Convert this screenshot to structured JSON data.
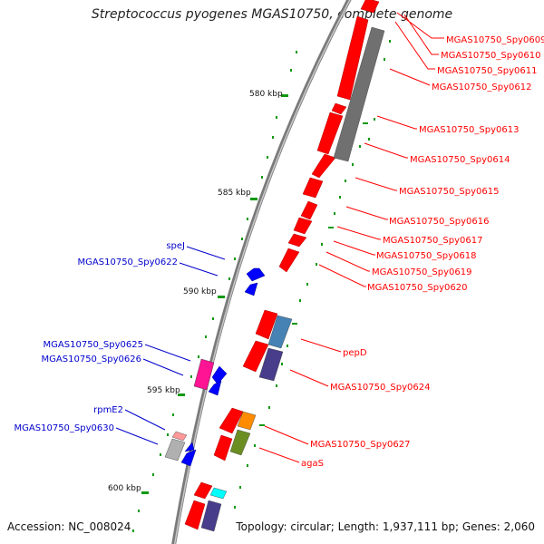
{
  "title": "Streptococcus pyogenes MGAS10750, complete genome",
  "accession": "Accession: NC_008024",
  "summary": "Topology: circular; Length: 1,937,111 bp; Genes: 2,060",
  "colors": {
    "backbone": "#7a7a7a",
    "forward_cds": "#ff0000",
    "reverse_cds": "#0000ff",
    "label_forward": "#ff0000",
    "label_reverse": "#0000cc",
    "tick": "#119911",
    "cog_gray": "#707070",
    "cog_steelblue": "#4682b4",
    "cog_darkslate": "#483d8b",
    "cog_magenta": "#ff1493",
    "cog_silver": "#b0b0b0",
    "cog_orange": "#ff8c00",
    "cog_olive": "#6b8e23",
    "cog_cyan": "#00ffff",
    "cog_pink": "#ff9999"
  },
  "kbp_labels": [
    "580 kbp",
    "585 kbp",
    "590 kbp",
    "595 kbp",
    "600 kbp"
  ],
  "forward_labels": [
    "MGAS10750_Spy0609",
    "MGAS10750_Spy0610",
    "MGAS10750_Spy0611",
    "MGAS10750_Spy0612",
    "MGAS10750_Spy0613",
    "MGAS10750_Spy0614",
    "MGAS10750_Spy0615",
    "MGAS10750_Spy0616",
    "MGAS10750_Spy0617",
    "MGAS10750_Spy0618",
    "MGAS10750_Spy0619",
    "MGAS10750_Spy0620",
    "pepD",
    "MGAS10750_Spy0624",
    "MGAS10750_Spy0627",
    "agaS"
  ],
  "reverse_labels": [
    "speJ",
    "MGAS10750_Spy0622",
    "MGAS10750_Spy0625",
    "MGAS10750_Spy0626",
    "rpmE2",
    "MGAS10750_Spy0630"
  ]
}
